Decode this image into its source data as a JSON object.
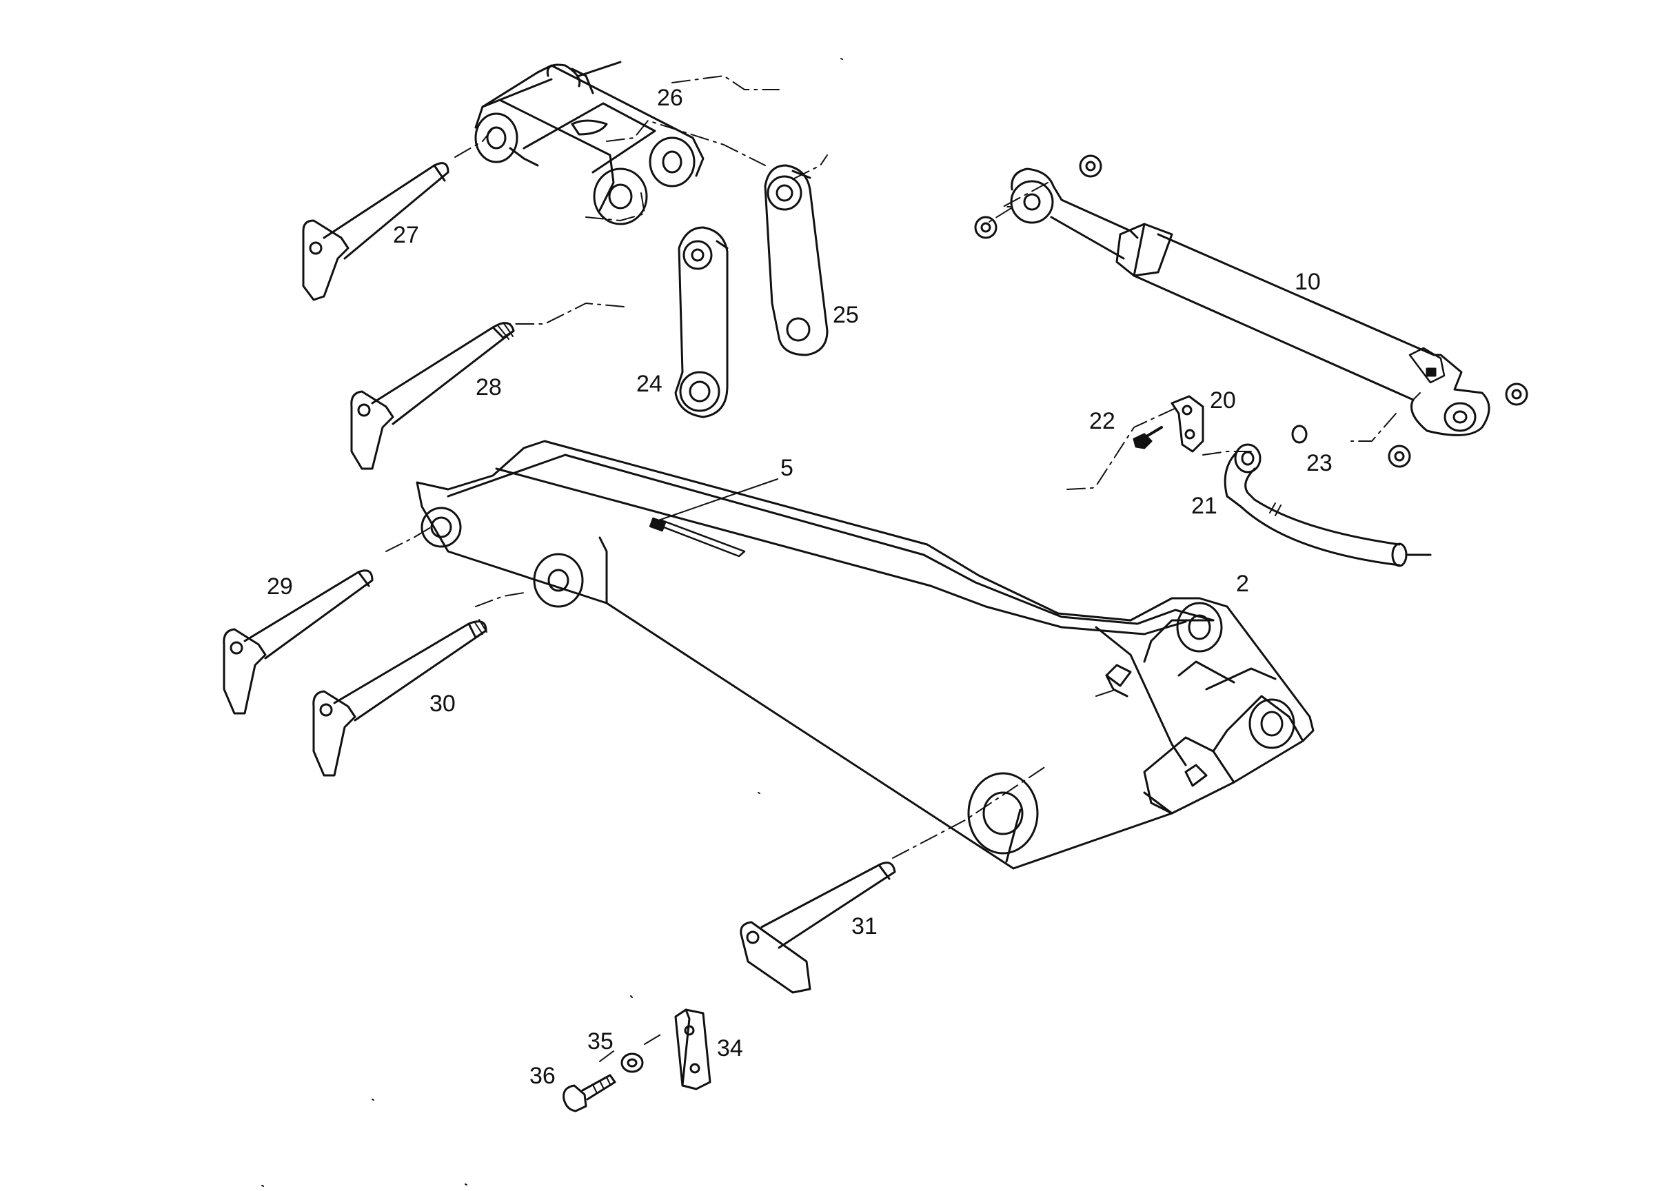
{
  "diagram": {
    "line_color": "#111111",
    "background": "#ffffff",
    "callouts": [
      {
        "id": "2",
        "label": "2"
      },
      {
        "id": "5",
        "label": "5"
      },
      {
        "id": "10",
        "label": "10"
      },
      {
        "id": "20",
        "label": "20"
      },
      {
        "id": "21",
        "label": "21"
      },
      {
        "id": "22",
        "label": "22"
      },
      {
        "id": "23",
        "label": "23"
      },
      {
        "id": "24",
        "label": "24"
      },
      {
        "id": "25",
        "label": "25"
      },
      {
        "id": "26",
        "label": "26"
      },
      {
        "id": "27",
        "label": "27"
      },
      {
        "id": "28",
        "label": "28"
      },
      {
        "id": "29",
        "label": "29"
      },
      {
        "id": "30",
        "label": "30"
      },
      {
        "id": "31",
        "label": "31"
      },
      {
        "id": "34",
        "label": "34"
      },
      {
        "id": "35",
        "label": "35"
      },
      {
        "id": "36",
        "label": "36"
      }
    ]
  }
}
